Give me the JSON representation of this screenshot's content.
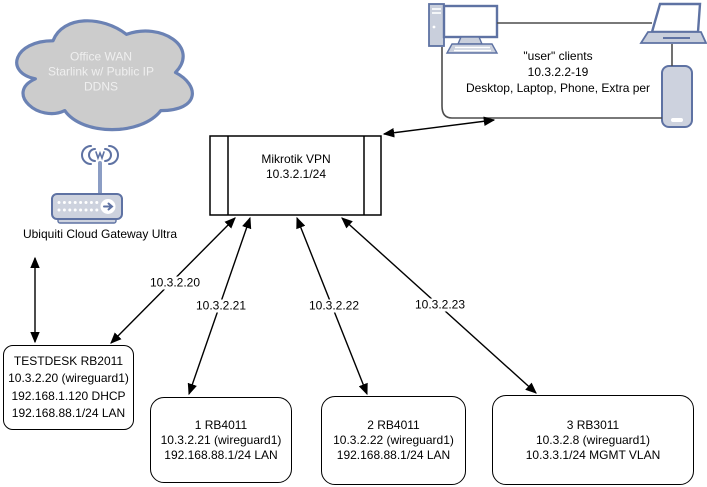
{
  "nodes": {
    "cloud": {
      "lines": [
        "Office WAN",
        "Starlink w/ Public IP",
        "DDNS"
      ]
    },
    "gateway": {
      "label": "Ubiquiti Cloud Gateway Ultra"
    },
    "vpn": {
      "lines": [
        "Mikrotik VPN",
        "10.3.2.1/24"
      ]
    },
    "clients": {
      "lines": [
        "\"user\" clients",
        "10.3.2.2-19",
        "Desktop, Laptop, Phone, Extra per"
      ]
    },
    "testdesk": {
      "lines": [
        "TESTDESK RB2011",
        "10.3.2.20 (wireguard1)",
        "192.168.1.120 DHCP",
        "192.168.88.1/24 LAN"
      ]
    },
    "router1": {
      "lines": [
        "1 RB4011",
        "10.3.2.21 (wireguard1)",
        "192.168.88.1/24 LAN"
      ]
    },
    "router2": {
      "lines": [
        "2 RB4011",
        "10.3.2.22 (wireguard1)",
        "192.168.88.1/24 LAN"
      ]
    },
    "router3": {
      "lines": [
        "3 RB3011",
        "10.3.2.8 (wireguard1)",
        "10.3.3.1/24 MGMT VLAN"
      ]
    }
  },
  "edge_labels": {
    "wan_to_testdesk": "10.3.2.20",
    "vpn_to_router1": "10.3.2.21",
    "vpn_to_router2": "10.3.2.22",
    "vpn_to_router3": "10.3.2.23"
  },
  "colors": {
    "cloud_fill": "#cccccc",
    "cloud_stroke": "#6b82b4",
    "device_stroke": "#5e72a3",
    "device_fill": "#cdd2de",
    "edge": "#000000",
    "client_edge": "#4d4d4d"
  }
}
